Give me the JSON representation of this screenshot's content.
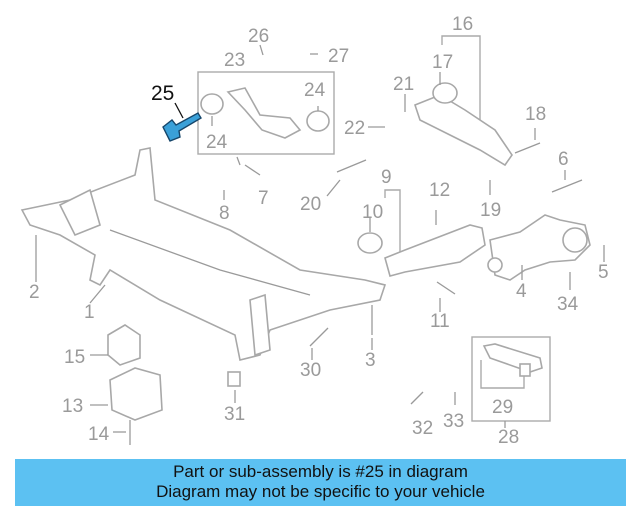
{
  "diagram": {
    "highlight_color": "#3aa0d8",
    "callouts": [
      "25",
      "26",
      "27",
      "23",
      "24",
      "24",
      "16",
      "17",
      "21",
      "22",
      "18",
      "6",
      "20",
      "9",
      "12",
      "10",
      "7",
      "8",
      "19",
      "2",
      "1",
      "11",
      "4",
      "5",
      "34",
      "15",
      "3",
      "30",
      "13",
      "31",
      "14",
      "32",
      "33",
      "29",
      "28"
    ]
  },
  "banner": {
    "line1": "Part or sub-assembly is #25 in diagram",
    "line2": "Diagram may not be specific to your vehicle",
    "color": "#5cc1f2"
  }
}
